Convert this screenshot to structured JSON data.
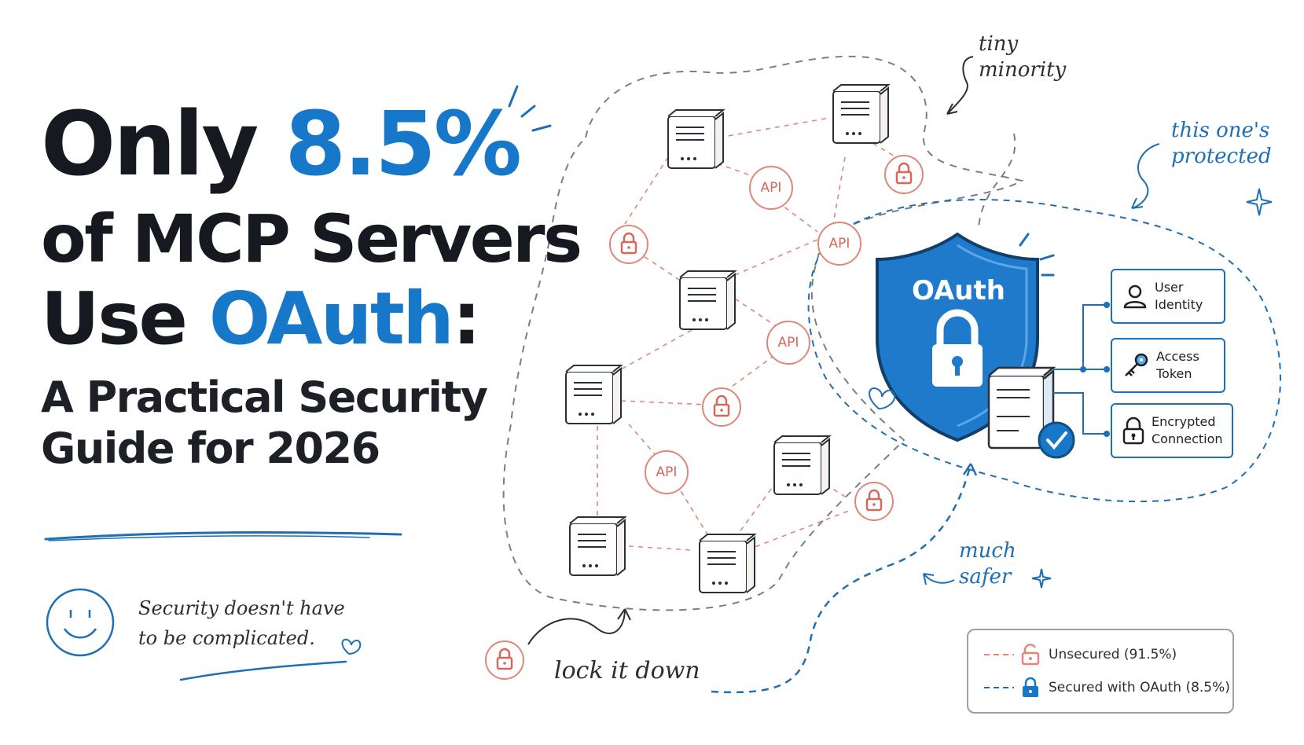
{
  "title": {
    "line1_prefix": "Only ",
    "line1_accent": "8.5%",
    "line2": "of MCP Servers",
    "line3_prefix": "Use ",
    "line3_accent": "OAuth",
    "line3_suffix": ":",
    "subtitle_line1": "A Practical Security",
    "subtitle_line2": "Guide for 2026"
  },
  "tagline": {
    "line1": "Security doesn't have",
    "line2": "to be complicated."
  },
  "annotations": {
    "tiny_minority_1": "tiny",
    "tiny_minority_2": "minority",
    "protected_1": "this one's",
    "protected_2": "protected",
    "much_safer_1": "much",
    "much_safer_2": "safer",
    "lock_it_down": "lock it down"
  },
  "shield": {
    "label": "OAuth"
  },
  "api_nodes": [
    "API",
    "API",
    "API",
    "API"
  ],
  "cards": [
    {
      "line1": "User",
      "line2": "Identity",
      "icon": "user-icon"
    },
    {
      "line1": "Access",
      "line2": "Token",
      "icon": "key-icon"
    },
    {
      "line1": "Encrypted",
      "line2": "Connection",
      "icon": "lock-icon"
    }
  ],
  "legend": {
    "unsecured": "Unsecured (91.5%)",
    "secured": "Secured with OAuth (8.5%)"
  },
  "colors": {
    "accent_blue": "#1778c9",
    "unsecured_red": "#e0877a",
    "dark_text": "#16191f"
  }
}
